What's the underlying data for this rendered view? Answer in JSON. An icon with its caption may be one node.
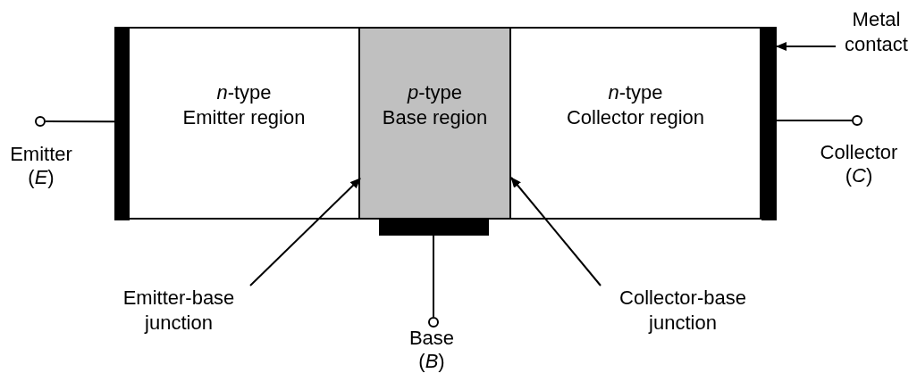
{
  "diagram": {
    "nodes": [
      {
        "text": [
          "*n*-type",
          "Emitter region"
        ]
      },
      {
        "text": [
          "*p*-type",
          "Base region"
        ]
      },
      {
        "text": [
          "*n*-type",
          "Collector region"
        ]
      },
      {
        "text": [],
        "shape": "bar"
      },
      {
        "text": [],
        "shape": "bar"
      },
      {
        "text": [],
        "shape": "bar"
      },
      {
        "text": [
          "Metal contact"
        ]
      },
      {
        "text": [],
        "shape": "circle",
        "beside": [
          "Emitter (*E*)"
        ]
      },
      {
        "text": [],
        "shape": "circle",
        "beside": [
          "Collector (*C*)"
        ]
      },
      {
        "text": [
          "Emitter-base junction"
        ]
      },
      {
        "text": [
          "Collector-base junction"
        ]
      },
      {
        "text": [],
        "shape": "circle",
        "beside": [
          "Base (*B*)"
        ]
      }
    ],
    "edges": [
      {
        "from": 6,
        "to": 5,
        "arrow": "to"
      },
      {
        "from": 7,
        "to": 3,
        "arrow": "none"
      },
      {
        "from": 5,
        "to": 8,
        "arrow": "none"
      },
      {
        "from": 9,
        "to": 1,
        "arrow": "to"
      },
      {
        "from": 10,
        "to": 1,
        "arrow": "to"
      },
      {
        "from": 4,
        "to": 11,
        "arrow": "none"
      }
    ]
  }
}
